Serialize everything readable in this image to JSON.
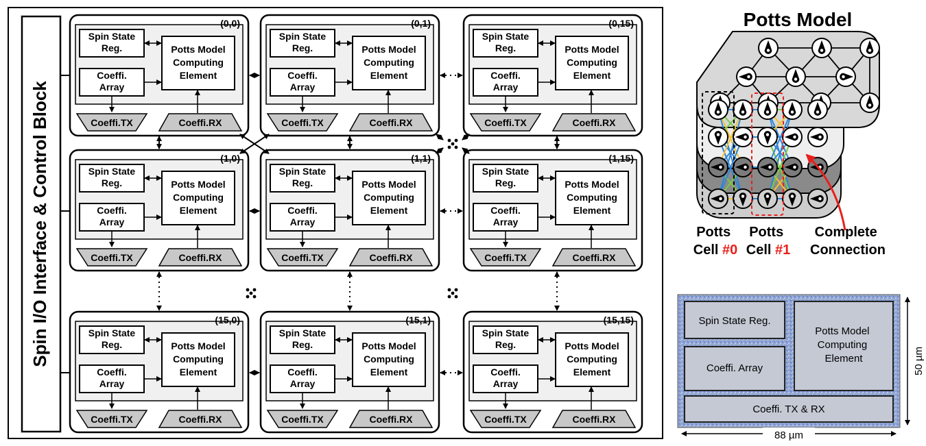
{
  "left_panel": {
    "control_block_label": "Spin I/O Interface & Control Block",
    "cell_labels": {
      "spin_reg": [
        "Spin State",
        "Reg."
      ],
      "coeff_array": [
        "Coeffi.",
        "Array"
      ],
      "pme": [
        "Potts Model",
        "Computing",
        "Element"
      ],
      "tx": "Coeffi.TX",
      "rx": "Coeffi.RX"
    },
    "cells": [
      {
        "id": "(0,0)"
      },
      {
        "id": "(0,1)"
      },
      {
        "id": "(0,15)"
      },
      {
        "id": "(1,0)"
      },
      {
        "id": "(1,1)"
      },
      {
        "id": "(1,15)"
      },
      {
        "id": "(15,0)"
      },
      {
        "id": "(15,1)"
      },
      {
        "id": "(15,15)"
      }
    ]
  },
  "potts": {
    "title": "Potts Model",
    "cell0": [
      "Potts",
      "Cell ",
      "#0"
    ],
    "cell1": [
      "Potts",
      "Cell ",
      "#1"
    ],
    "connection": [
      "Complete",
      "Connection"
    ],
    "colors": {
      "highlight": "#e8201c",
      "link_blue": "#2f86d6",
      "link_green": "#7ac943",
      "link_yellow": "#f2c230"
    }
  },
  "layout_photo": {
    "spin_reg": "Spin State Reg.",
    "coeff_array": "Coeffi. Array",
    "pme": [
      "Potts Model",
      "Computing",
      "Element"
    ],
    "txrx": "Coeffi.  TX & RX",
    "width_label": "88 µm",
    "height_label": "50 µm"
  }
}
